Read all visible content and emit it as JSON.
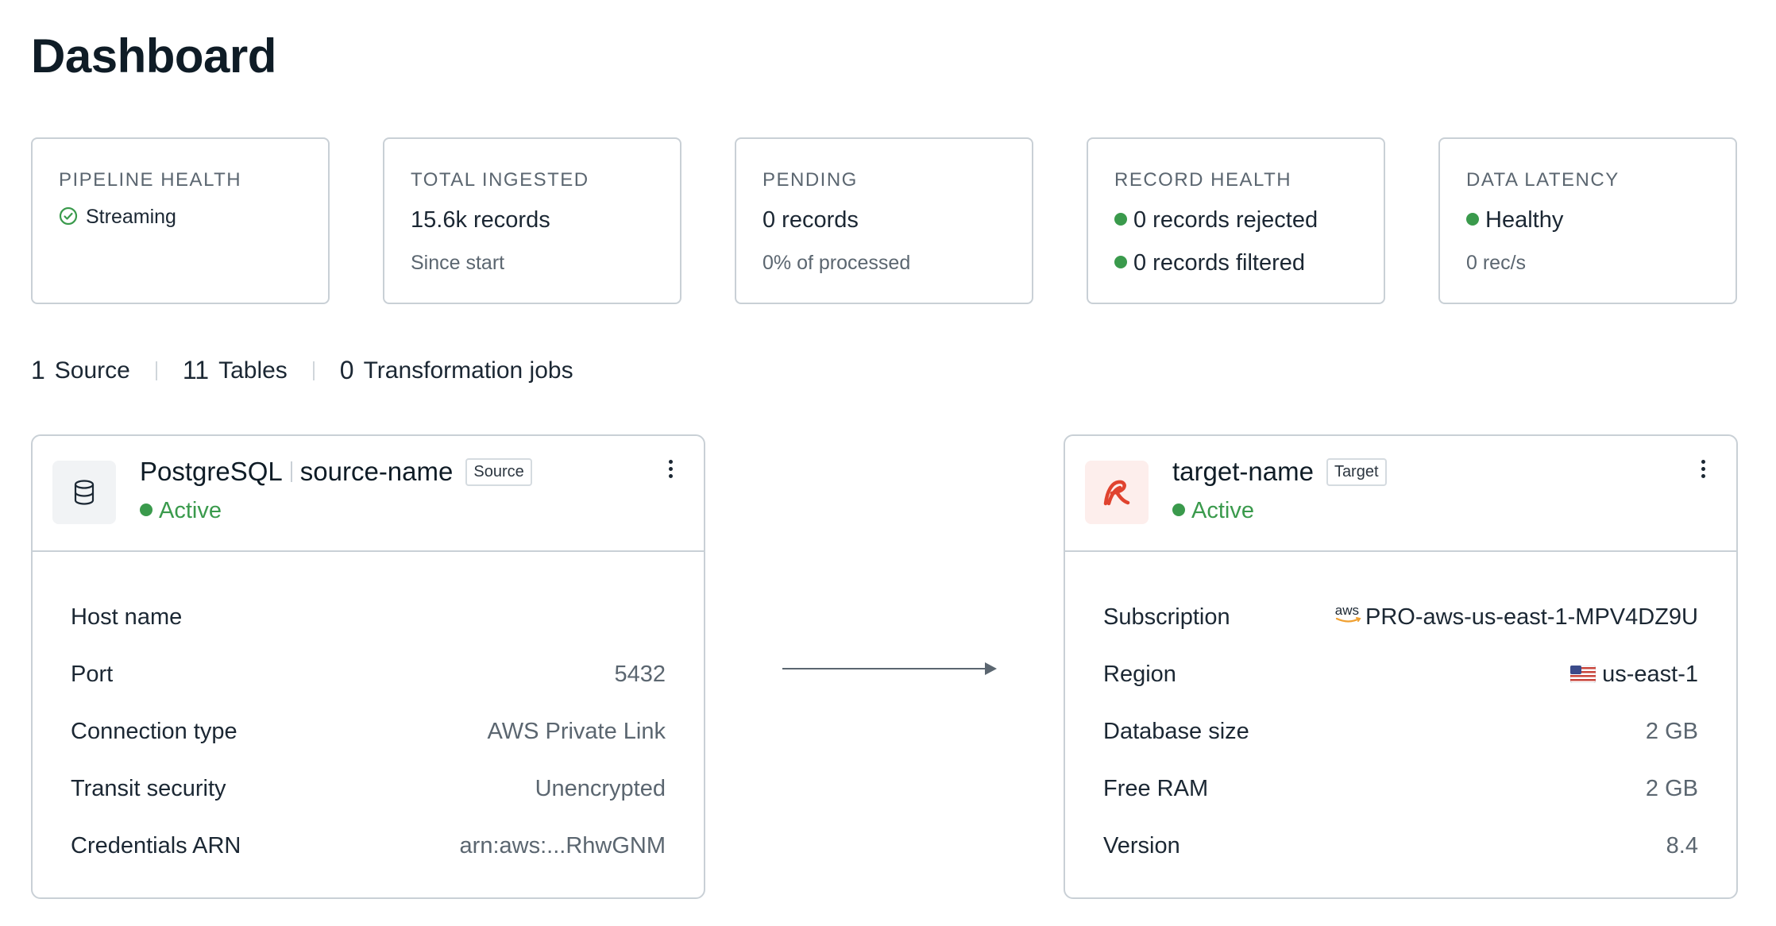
{
  "page": {
    "title": "Dashboard"
  },
  "stats": [
    {
      "label": "PIPELINE HEALTH",
      "value": "Streaming"
    },
    {
      "label": "TOTAL INGESTED",
      "value": "15.6k records",
      "sub": "Since start"
    },
    {
      "label": "PENDING",
      "value": "0 records",
      "sub": "0% of processed"
    },
    {
      "label": "RECORD HEALTH",
      "line1": "0 records rejected",
      "line2": "0 records filtered"
    },
    {
      "label": "DATA LATENCY",
      "value": "Healthy",
      "sub": "0 rec/s"
    }
  ],
  "counts": {
    "sources": {
      "num": "1",
      "label": "Source"
    },
    "tables": {
      "num": "11",
      "label": "Tables"
    },
    "jobs": {
      "num": "0",
      "label": "Transformation jobs"
    }
  },
  "source": {
    "type": "PostgreSQL",
    "name": "source-name",
    "badge": "Source",
    "status": "Active",
    "rows": [
      {
        "key": "Host name",
        "value": ""
      },
      {
        "key": "Port",
        "value": "5432"
      },
      {
        "key": "Connection type",
        "value": "AWS Private Link"
      },
      {
        "key": "Transit security",
        "value": "Unencrypted"
      },
      {
        "key": "Credentials ARN",
        "value": "arn:aws:...RhwGNM"
      }
    ]
  },
  "target": {
    "name": "target-name",
    "badge": "Target",
    "status": "Active",
    "rows": [
      {
        "key": "Subscription",
        "value": "PRO-aws-us-east-1-MPV4DZ9U",
        "icon_text": "aws"
      },
      {
        "key": "Region",
        "value": "us-east-1"
      },
      {
        "key": "Database size",
        "value": "2 GB"
      },
      {
        "key": "Free RAM",
        "value": "2 GB"
      },
      {
        "key": "Version",
        "value": "8.4"
      }
    ]
  },
  "colors": {
    "accent_green": "#3a9a4c",
    "redis_red": "#e0432f",
    "border": "#c9d0d6"
  }
}
